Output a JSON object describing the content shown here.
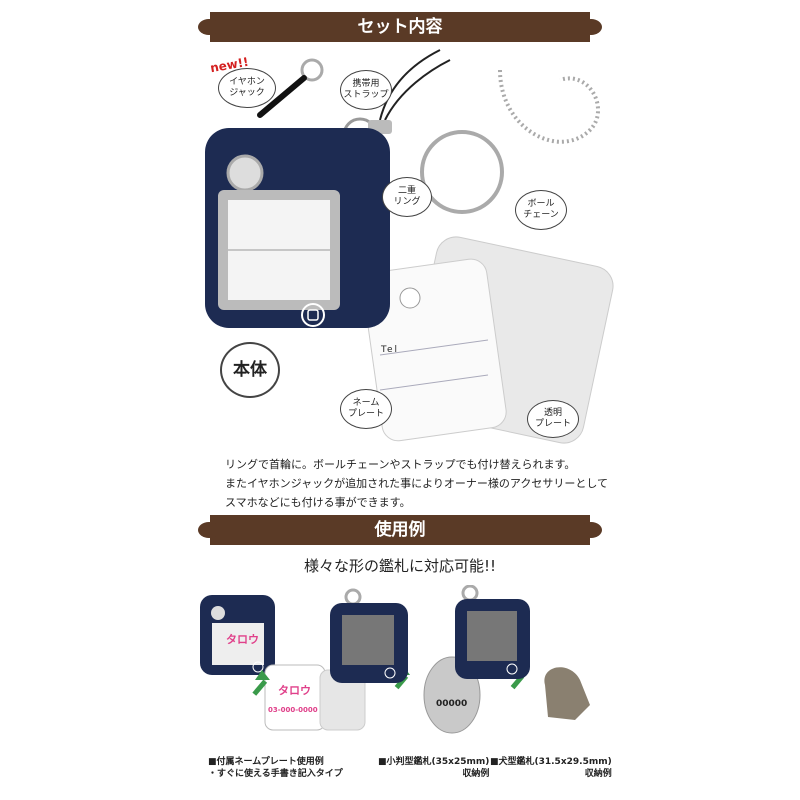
{
  "banners": {
    "top": "セット内容",
    "usage": "使用例"
  },
  "new_badge": "new!!",
  "callouts": {
    "earphone_jack": "イヤホン\nジャック",
    "strap": "携帯用\nストラップ",
    "double_ring": "二重\nリング",
    "ball_chain": "ボール\nチェーン",
    "body": "本体",
    "name_plate": "ネーム\nプレート",
    "clear_plate": "透明\nプレート"
  },
  "plate_tel": "Tel",
  "description": [
    "リングで首輪に。ボールチェーンやストラップでも付け替えられます。",
    "またイヤホンジャックが追加された事によりオーナー様のアクセサリーとして",
    "スマホなどにも付ける事ができます。"
  ],
  "tagline": "様々な形の鑑札に対応可能!!",
  "examples": {
    "name": "タロウ",
    "phone": "03-000-0000",
    "tag_number": "00000"
  },
  "captions": {
    "one": [
      "■付属ネームプレート使用例",
      "・すぐに使える手書き記入タイプ"
    ],
    "two": [
      "■小判型鑑札(35x25mm)",
      "収納例"
    ],
    "three": [
      "■犬型鑑札(31.5x29.5mm)",
      "収納例"
    ]
  },
  "colors": {
    "banner": "#5a3a26",
    "body_navy": "#1d2b52",
    "arrow_green": "#3a9a4a",
    "name_pink": "#e0408a"
  }
}
